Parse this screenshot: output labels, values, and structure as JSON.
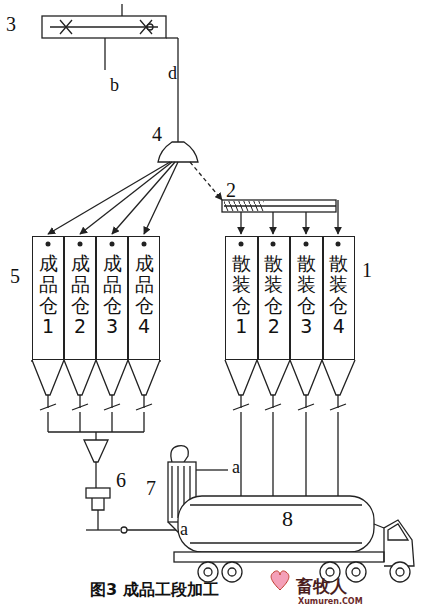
{
  "diagram": {
    "caption": "图3 成品工段加工",
    "nodes": [
      {
        "text": [
          "成品仓1"
        ]
      },
      {
        "text": [
          "成品仓2"
        ]
      },
      {
        "text": [
          "成品仓3"
        ]
      },
      {
        "text": [
          "成品仓4"
        ]
      },
      {
        "text": [
          "散装仓1"
        ]
      },
      {
        "text": [
          "散装仓2"
        ]
      },
      {
        "text": [
          "散装仓3"
        ]
      },
      {
        "text": [
          "散装仓4"
        ]
      }
    ],
    "labels": [
      "3",
      "b",
      "d",
      "4",
      "2",
      "5",
      "1",
      "7",
      "a",
      "6",
      "a",
      "8",
      "畜牧人",
      "Xumuren.COM"
    ]
  }
}
